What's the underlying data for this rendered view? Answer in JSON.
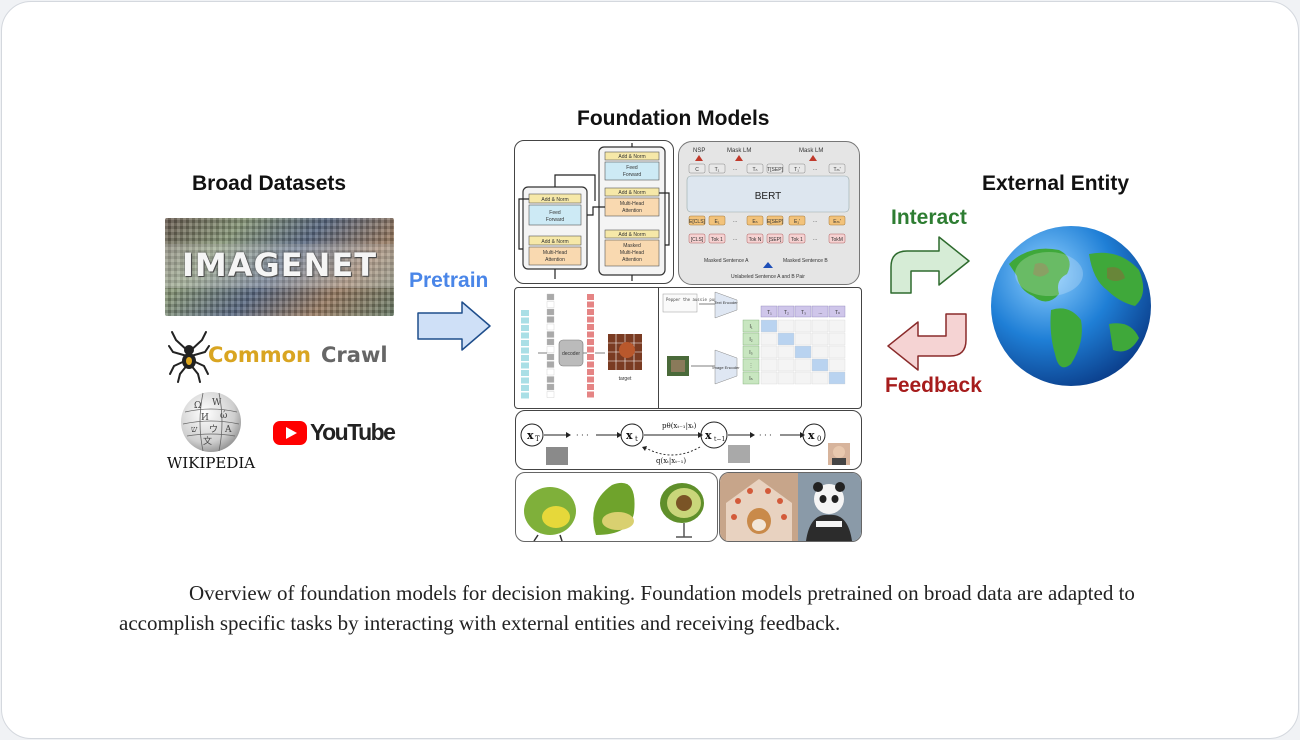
{
  "headings": {
    "broad_datasets": "Broad Datasets",
    "foundation_models": "Foundation Models",
    "external_entity": "External Entity"
  },
  "arrows": {
    "pretrain": "Pretrain",
    "interact": "Interact",
    "feedback": "Feedback"
  },
  "datasets": {
    "imagenet": "IMAGENET",
    "common_crawl_1": "Common",
    "common_crawl_2": "Crawl",
    "wikipedia": "WIKIPEDIA",
    "youtube": "YouTube"
  },
  "transformer": {
    "add_norm": "Add & Norm",
    "feed_forward_1": "Feed",
    "feed_forward_2": "Forward",
    "mha_1": "Multi-Head",
    "mha_2": "Attention",
    "masked_1": "Masked",
    "masked_2": "Multi-Head",
    "masked_3": "Attention"
  },
  "bert": {
    "nsp": "NSP",
    "mask_lm_1": "Mask LM",
    "mask_lm_2": "Mask LM",
    "title": "BERT",
    "sentence_a": "Masked Sentence A",
    "sentence_b": "Masked Sentence B",
    "pair": "Unlabeled Sentence A and B Pair",
    "tokens_top": [
      "C",
      "T₁",
      "...",
      "Tₙ",
      "T[SEP]",
      "T₁'",
      "...",
      "Tₘ'"
    ],
    "tokens_emb": [
      "E[CLS]",
      "E₁",
      "...",
      "Eₙ",
      "E[SEP]",
      "E₁'",
      "...",
      "Eₘ'"
    ],
    "tokens_in": [
      "[CLS]",
      "Tok 1",
      "...",
      "Tok N",
      "[SEP]",
      "Tok 1",
      "...",
      "TokM"
    ]
  },
  "mae": {
    "decoder": "decoder",
    "target": "target"
  },
  "clip": {
    "text_snippet": "Pepper the aussie pup",
    "text_encoder": "Text Encoder",
    "image_encoder": "Image Encoder",
    "t_labels": [
      "T₁",
      "T₂",
      "T₃",
      "...",
      "Tₙ"
    ],
    "i_labels": [
      "I₁",
      "I₂",
      "I₃",
      "⋮",
      "Iₙ"
    ]
  },
  "diffusion": {
    "x_T": "x",
    "x_T_sub": "T",
    "x_t": "x",
    "x_t_sub": "t",
    "x_t1": "x",
    "x_t1_sub": "t−1",
    "x_0": "x",
    "x_0_sub": "0",
    "p_label": "pθ(xₜ₋₁|xₜ)",
    "q_label": "q(xₜ|xₜ₋₁)",
    "dots": "· · ·"
  },
  "caption": "Overview of foundation models for decision making. Foundation models pretrained on broad data are adapted to accomplish specific tasks by interacting with external entities and receiving feedback.",
  "colors": {
    "pretrain_text": "#4a86e8",
    "interact_text": "#2e7d32",
    "feedback_text": "#a61c1c",
    "pretrain_arrow": "#cfe0f7",
    "interact_arrow": "#d6ecd6",
    "feedback_arrow": "#f5d3d3"
  }
}
